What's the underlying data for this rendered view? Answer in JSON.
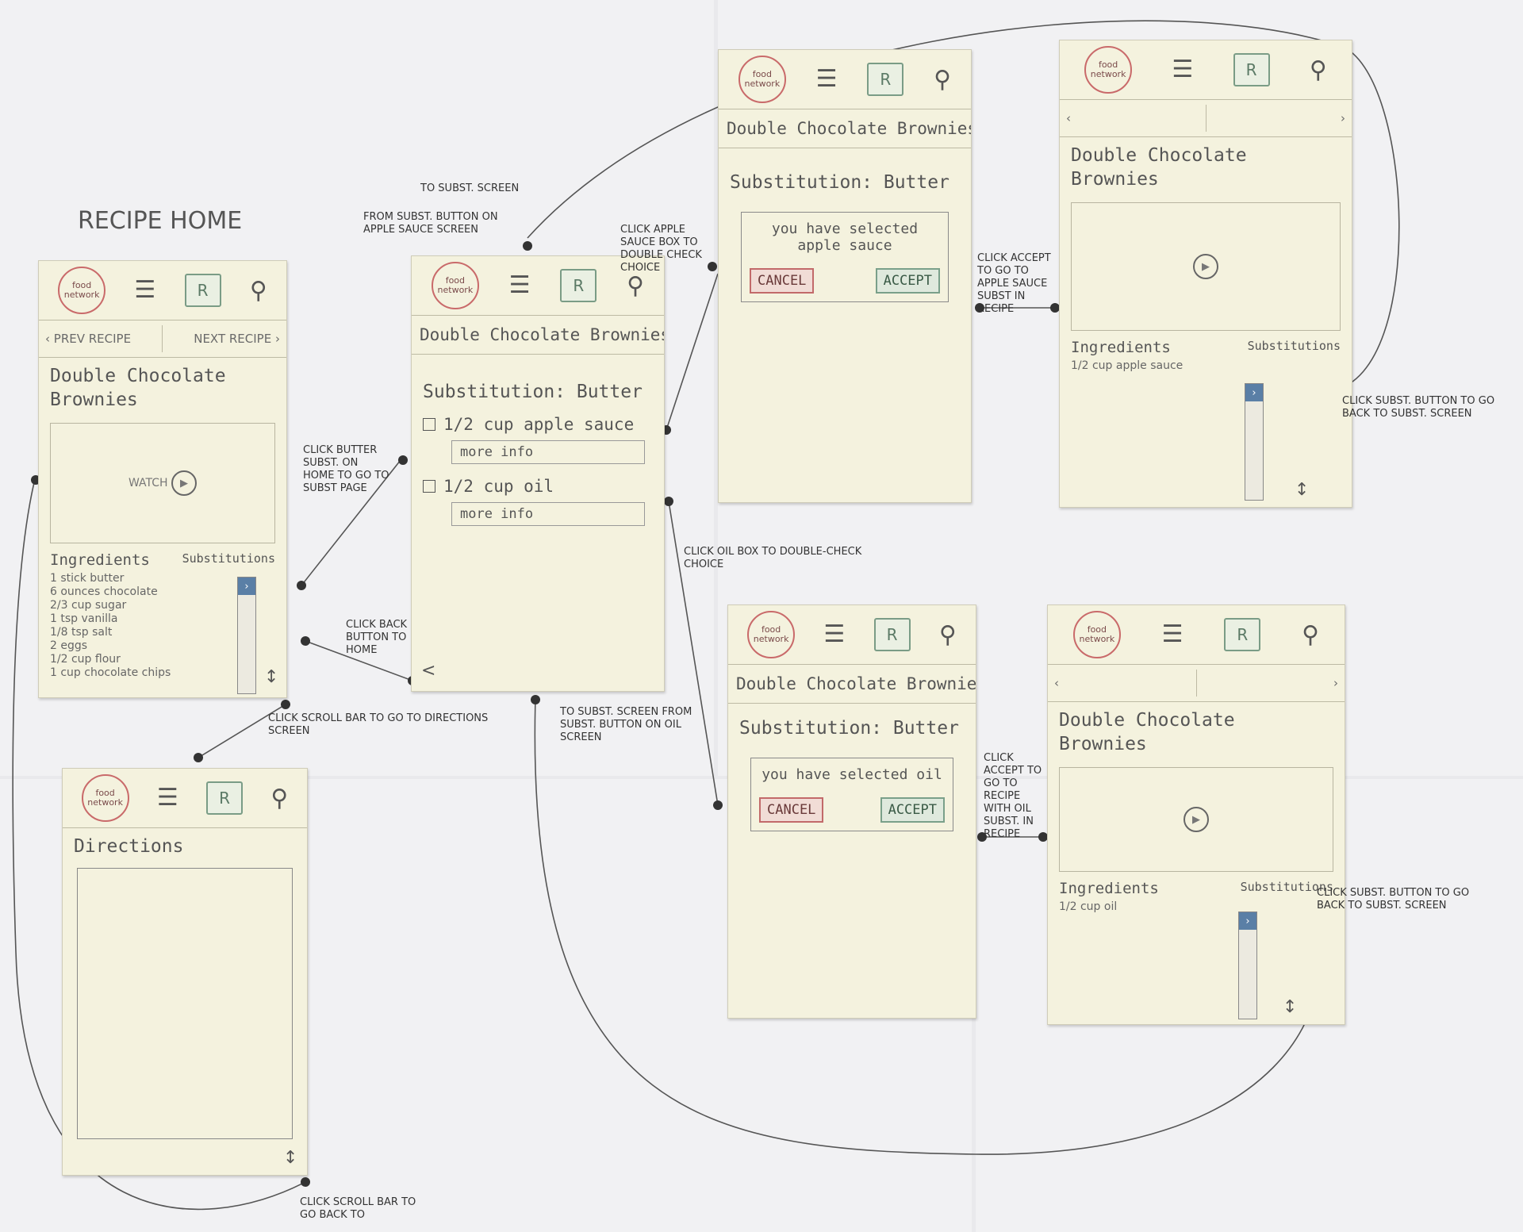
{
  "board_title": "RECIPE HOME",
  "common": {
    "logo": "food network",
    "folder_letter": "R",
    "recipe_title": "Double Chocolate Brownies",
    "recipe_title_line1": "Double Chocolate",
    "recipe_title_line2": "Brownies",
    "substitution_label": "Substitution: Butter",
    "ingredients_label": "Ingredients",
    "substitutions_label": "Substitutions",
    "substitutions_label_alt": "Substitutions",
    "scroll_arrow": "↕",
    "play_symbol": "▶",
    "cancel": "CANCEL",
    "accept": "ACCEPT"
  },
  "home": {
    "prev": "PREV RECIPE",
    "next": "NEXT RECIPE",
    "watch": "WATCH",
    "ingredients": [
      "1 stick butter",
      "6 ounces chocolate",
      "2/3 cup sugar",
      "1 tsp vanilla",
      "1/8 tsp salt",
      "2 eggs",
      "1/2 cup flour",
      "1 cup chocolate chips"
    ]
  },
  "subst": {
    "option1": "1/2 cup apple sauce",
    "option2": "1/2 cup oil",
    "more_info": "more info",
    "back": "<"
  },
  "confirm_apple": {
    "message": "you have selected apple sauce"
  },
  "confirm_oil": {
    "message": "you have selected oil"
  },
  "result_apple": {
    "ingredient": "1/2 cup apple sauce"
  },
  "result_oil": {
    "ingredient": "1/2 cup oil"
  },
  "directions": {
    "title": "Directions"
  },
  "notes": {
    "to_subst_screen": "TO SUBST. SCREEN",
    "from_subst_apple": "FROM SUBST. BUTTON ON APPLE SAUCE SCREEN",
    "click_apple_box": "CLICK APPLE SAUCE BOX TO DOUBLE CHECK CHOICE",
    "click_accept_apple": "CLICK ACCEPT TO GO TO APPLE SAUCE SUBST IN RECIPE",
    "click_subst_back_1": "CLICK SUBST. BUTTON TO GO BACK TO SUBST. SCREEN",
    "click_butter": "CLICK BUTTER SUBST. ON HOME TO GO TO SUBST PAGE",
    "click_back_home": "CLICK BACK BUTTON TO HOME",
    "click_oil_box": "CLICK OIL BOX TO DOUBLE-CHECK CHOICE",
    "click_scrollbar_directions": "CLICK SCROLL BAR TO GO TO DIRECTIONS SCREEN",
    "to_subst_from_oil": "TO SUBST. SCREEN FROM SUBST. BUTTON ON OIL SCREEN",
    "click_accept_oil": "CLICK ACCEPT TO GO TO RECIPE WITH OIL SUBST. IN RECIPE",
    "click_subst_back_2": "CLICK SUBST. BUTTON TO GO BACK TO SUBST. SCREEN",
    "click_scrollbar_back": "CLICK SCROLL BAR TO GO BACK TO"
  }
}
